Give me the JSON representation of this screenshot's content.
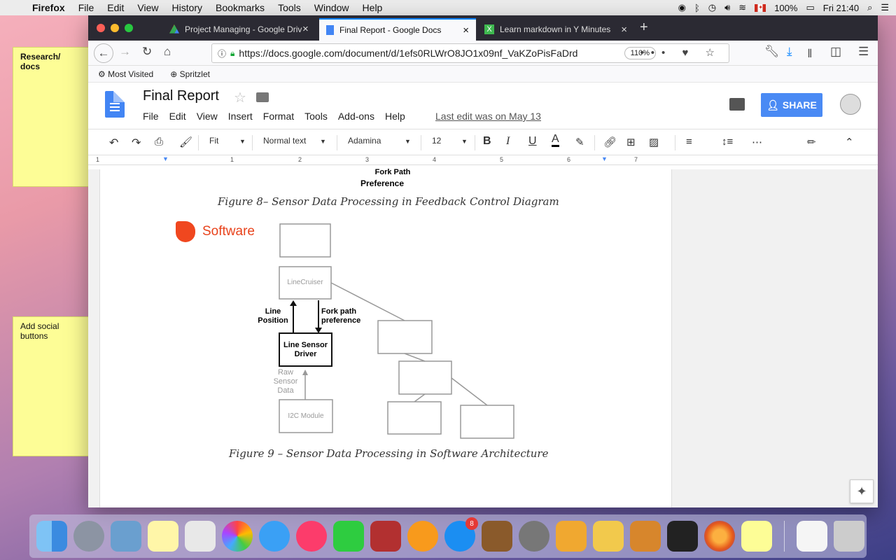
{
  "menubar": {
    "app": "Firefox",
    "items": [
      "File",
      "Edit",
      "View",
      "History",
      "Bookmarks",
      "Tools",
      "Window",
      "Help"
    ],
    "battery": "100%",
    "clock": "Fri 21:40"
  },
  "stickies": [
    {
      "text": "Research/ docs"
    },
    {
      "text": "Add social buttons"
    }
  ],
  "browser": {
    "tabs": [
      {
        "title": "Project Managing - Google Driv",
        "close": "×"
      },
      {
        "title": "Final Report - Google Docs",
        "close": "×"
      },
      {
        "title": "Learn markdown in Y Minutes",
        "close": "×"
      }
    ],
    "new_tab": "+",
    "url": "https://docs.google.com/document/d/1efs0RLWrO8JO1x09nf_VaKZoPisFaDrd",
    "zoom": "110%",
    "url_actions": "••• ♥ ☆",
    "bookmarks": [
      "Most Visited",
      "Spritzlet"
    ]
  },
  "doc": {
    "title": "Final Report",
    "menu": [
      "File",
      "Edit",
      "View",
      "Insert",
      "Format",
      "Tools",
      "Add-ons",
      "Help"
    ],
    "last_edit": "Last edit was on May 13",
    "share_label": "SHARE",
    "toolbar": {
      "zoom": "Fit",
      "style": "Normal text",
      "font": "Adamina",
      "size": "12"
    },
    "ruler_numbers": [
      "1",
      "1",
      "2",
      "3",
      "4",
      "5",
      "6",
      "7"
    ]
  },
  "content": {
    "fork_path_top": "Fork Path",
    "preference_top": "Preference",
    "caption8": "Figure 8– Sensor Data Processing in Feedback Control Diagram",
    "software_logo": "Software",
    "boxes": {
      "linecruiser": "LineCruiser",
      "line_position": "Line\nPosition",
      "fork_pref": "Fork path\npreference",
      "sensor_driver": "Line Sensor\nDriver",
      "raw_sensor": "Raw\nSensor\nData",
      "i2c": "I2C Module"
    },
    "caption9": "Figure 9 – Sensor Data Processing in Software Architecture"
  },
  "dock": {
    "appstore_badge": "8"
  }
}
